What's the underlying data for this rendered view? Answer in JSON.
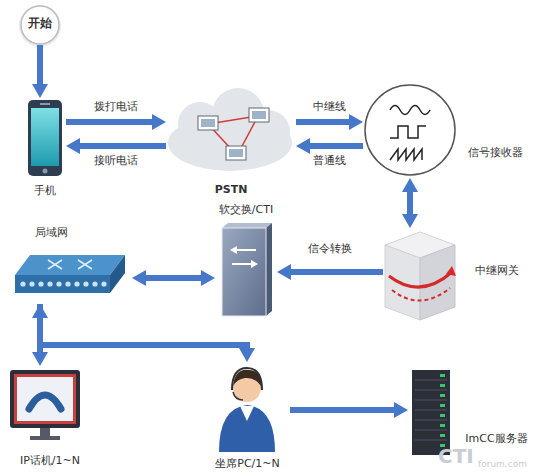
{
  "diagram": {
    "nodes": [
      {
        "text": [
          "开始"
        ]
      },
      {
        "text": [
          "手机"
        ]
      },
      {
        "text": [
          "PSTN"
        ]
      },
      {
        "text": [
          "信号接收器"
        ]
      },
      {
        "text": [
          "局域网"
        ]
      },
      {
        "text": [
          "软交换/CTI"
        ]
      },
      {
        "text": [
          "中继网关"
        ]
      },
      {
        "text": [
          "IP话机/1~N"
        ]
      },
      {
        "text": [
          "坐席PC/1~N"
        ]
      },
      {
        "text": [
          "ImCC服务器"
        ]
      }
    ],
    "edges": [
      {
        "from": 0,
        "to": 1,
        "arrow": "to"
      },
      {
        "from": 1,
        "to": 2,
        "label": "拨打电话",
        "arrow": "to"
      },
      {
        "from": 2,
        "to": 1,
        "label": "接听电话",
        "arrow": "to"
      },
      {
        "from": 2,
        "to": 3,
        "label": "中继线",
        "arrow": "to"
      },
      {
        "from": 3,
        "to": 2,
        "label": "普通线",
        "arrow": "to"
      },
      {
        "from": 3,
        "to": 6,
        "arrow": "both"
      },
      {
        "from": 6,
        "to": 5,
        "label": "信令转换",
        "arrow": "to"
      },
      {
        "from": 5,
        "to": 4,
        "arrow": "both"
      },
      {
        "from": 4,
        "to": 7,
        "arrow": "both"
      },
      {
        "from": 4,
        "to": 8,
        "arrow": "to"
      },
      {
        "from": 8,
        "to": 9,
        "arrow": "to"
      }
    ],
    "labels": [
      "CTI",
      "forum.com"
    ]
  }
}
